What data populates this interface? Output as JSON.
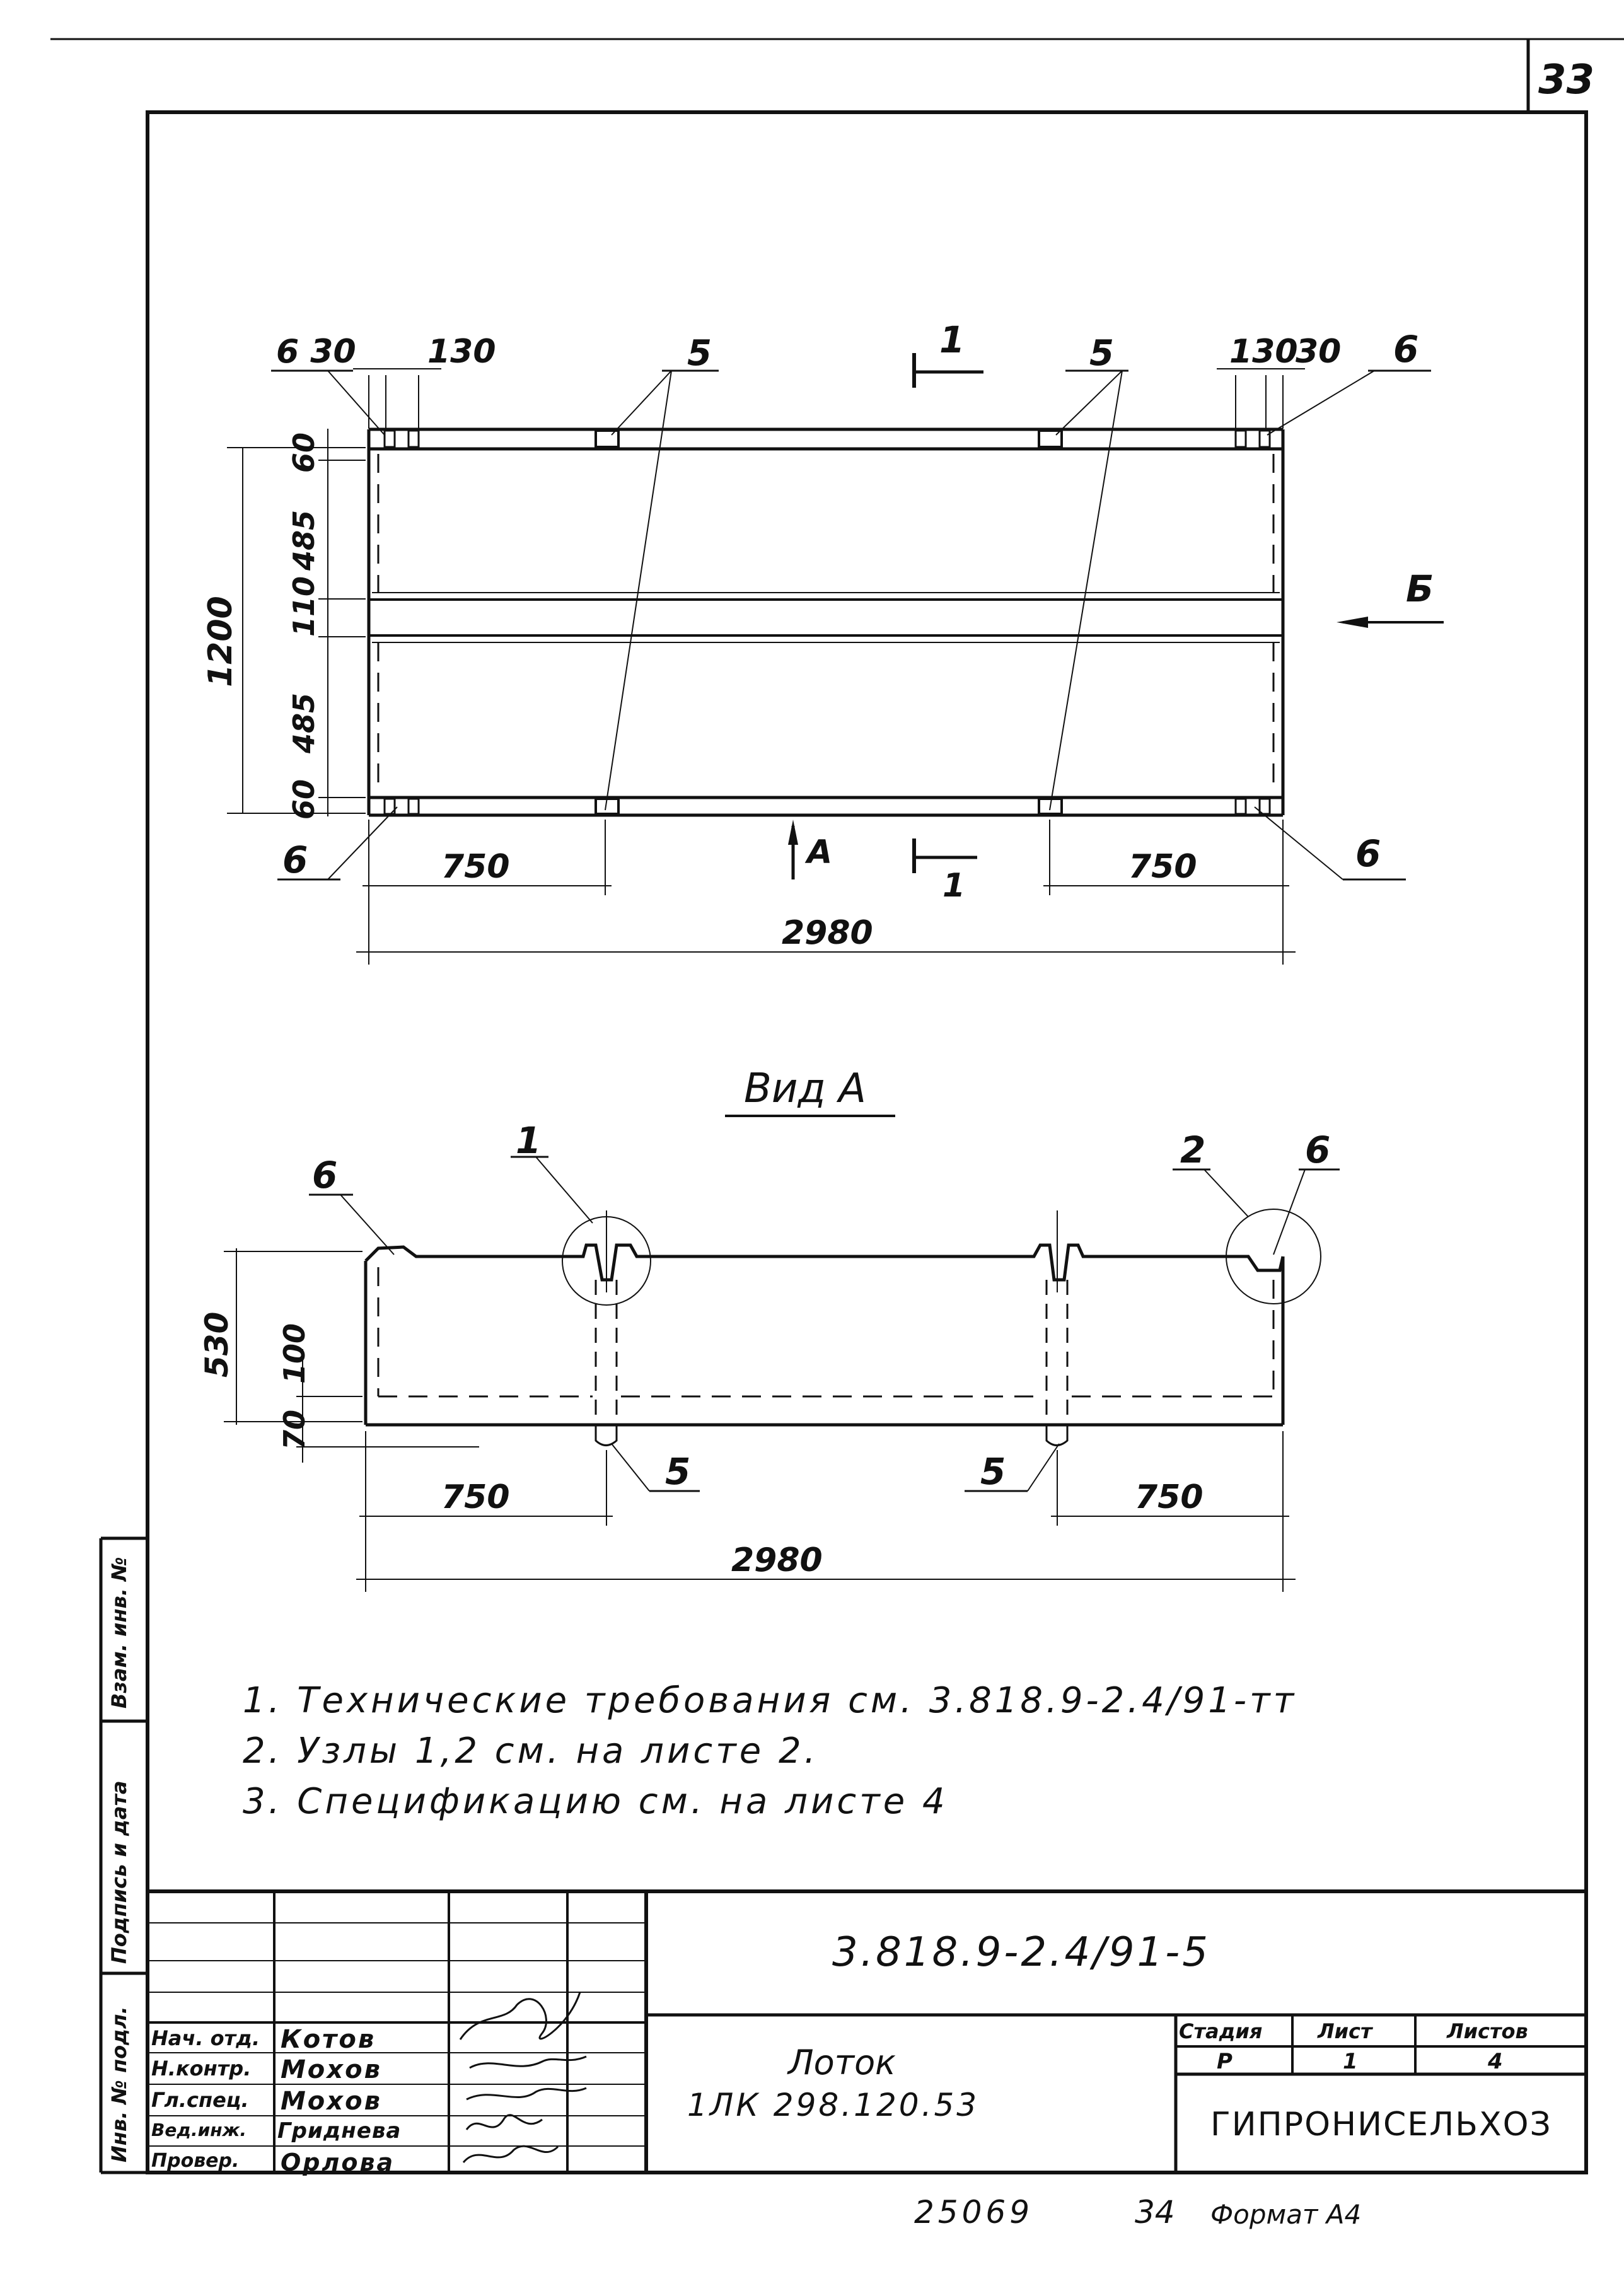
{
  "page_number": "33",
  "plan": {
    "dims_top_left": "6 30",
    "dims_top_left_b": "130",
    "dims_top_right_a": "130",
    "dims_top_right_b": "30",
    "label_6": "6",
    "label_5": "5",
    "section_mark": "1",
    "view_arrow": "Б",
    "view_a": "А",
    "dims_vertical": [
      "60",
      "485",
      "110",
      "485",
      "60"
    ],
    "overall_width": "1200",
    "dim_750": "750",
    "dim_2980": "2980"
  },
  "view_a": {
    "title": "Вид А",
    "label_1": "1",
    "label_2": "2",
    "label_5": "5",
    "label_6": "6",
    "height": "530",
    "dim_100": "100",
    "dim_70": "70",
    "dim_750": "750",
    "dim_2980": "2980"
  },
  "notes": [
    "1. Технические требования см. 3.818.9-2.4/91-тт",
    "2. Узлы 1,2 см. на листе 2.",
    "3. Спецификацию см. на листе 4"
  ],
  "side_stamp": [
    "Взам. инв. №",
    "Подпись и дата",
    "Инв. № подл."
  ],
  "title_block": {
    "doc_code": "3.818.9-2.4/91-5",
    "roles": [
      "Нач. отд.",
      "Н.контр.",
      "Гл.спец.",
      "Вед.инж.",
      "Провер."
    ],
    "names": [
      "Котов",
      "Мохов",
      "Мохов",
      "Гриднева",
      "Орлова"
    ],
    "product_name": "Лоток",
    "product_code": "1ЛК 298.120.53",
    "stage_header": "Стадия",
    "sheet_header": "Лист",
    "sheets_header": "Листов",
    "stage": "Р",
    "sheet": "1",
    "sheets": "4",
    "org": "ГИПРОНИСЕЛЬХОЗ"
  },
  "footer": {
    "number": "25069",
    "page": "34",
    "format": "Формат А4"
  }
}
